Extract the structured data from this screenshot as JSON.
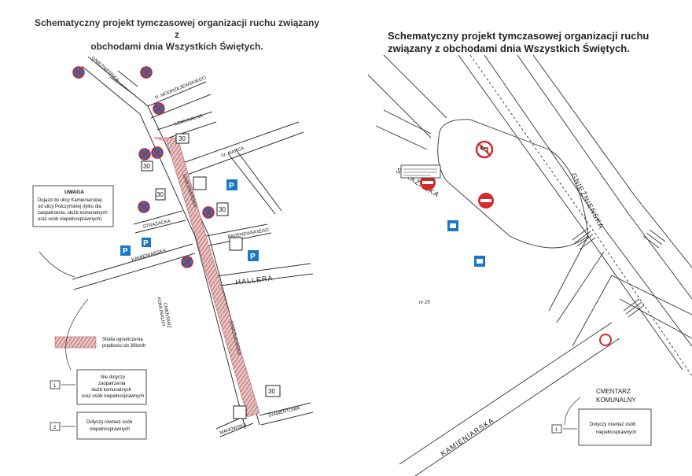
{
  "left_map": {
    "title_line1": "Schematyczny projekt  tymczasowej organizacji ruchu związany z",
    "title_line2": "obchodami dnia Wszystkich Świętych.",
    "streets": {
      "gnieznienska_top": "GNIEŹNIEŃSKA",
      "modrzejewskiego": "H. MODRZEJEWSKIEGO",
      "komunalna": "KOMUNALNA",
      "iv_marca": "IV- MARCA",
      "gnieznienska_mid": "GNIEŹNIEŃSKA",
      "strazacka": "STRAŻACKA",
      "paderewskiego": "PADEREWSKIEGO",
      "kamieniarska": "KAMIENIARSKA",
      "hallera": "HALLERA",
      "gnieznienska_low": "GNIEŹNIEŃSKA",
      "manowska": "MANOWSKA",
      "diamentowa": "DIAMENTOWA",
      "cmentarz_1": "CMENTARZ",
      "cmentarz_2": "KOMUNALNY"
    },
    "speed_labels": [
      "30",
      "30",
      "30",
      "30",
      "30"
    ],
    "parking_label": "P",
    "uwaga": {
      "title": "UWAGA",
      "lines": [
        "Dojazd do ulicy Kamieniarskiej",
        "od ulicy Połczyńskiej (tylko dla",
        "zaopatrzenia, służb komunalnych",
        "oraz osób niepełnosprawnych)"
      ]
    },
    "legend_zone": {
      "line1": "Strefa ograniczenia",
      "line2": "prędkości do 30km/h"
    },
    "legend_1": {
      "number": "1",
      "lines": [
        "Nie dotyczy",
        "zaopatrzenia",
        "służb komunalnych",
        "oraz osób niepełnosprawnych"
      ]
    },
    "legend_2": {
      "number": "2",
      "lines": [
        "Dotyczy również osób",
        "niepełnosprawnych"
      ]
    }
  },
  "right_map": {
    "title_line1": "Schematyczny projekt  tymczasowej organizacji ruchu",
    "title_line2": "związany z  obchodami dnia Wszystkich Świętych.",
    "streets": {
      "strazacka": "STRAŻACKA",
      "gnieznienska": "GNIEŹNIEŃSKA",
      "kamieniarska": "KAMIENIARSKA",
      "cmentarz_1": "CMENTARZ",
      "cmentarz_2": "KOMUNALNY"
    },
    "nr_label": "nr 25",
    "legend_1": {
      "number": "1",
      "lines": [
        "Dotyczy również osób",
        "niepełnosprawnych"
      ]
    }
  },
  "colors": {
    "hatch_zone": "#c98080",
    "parking_blue": "#1a78c2",
    "sign_red": "#d22b2b",
    "road_line": "#333333"
  }
}
